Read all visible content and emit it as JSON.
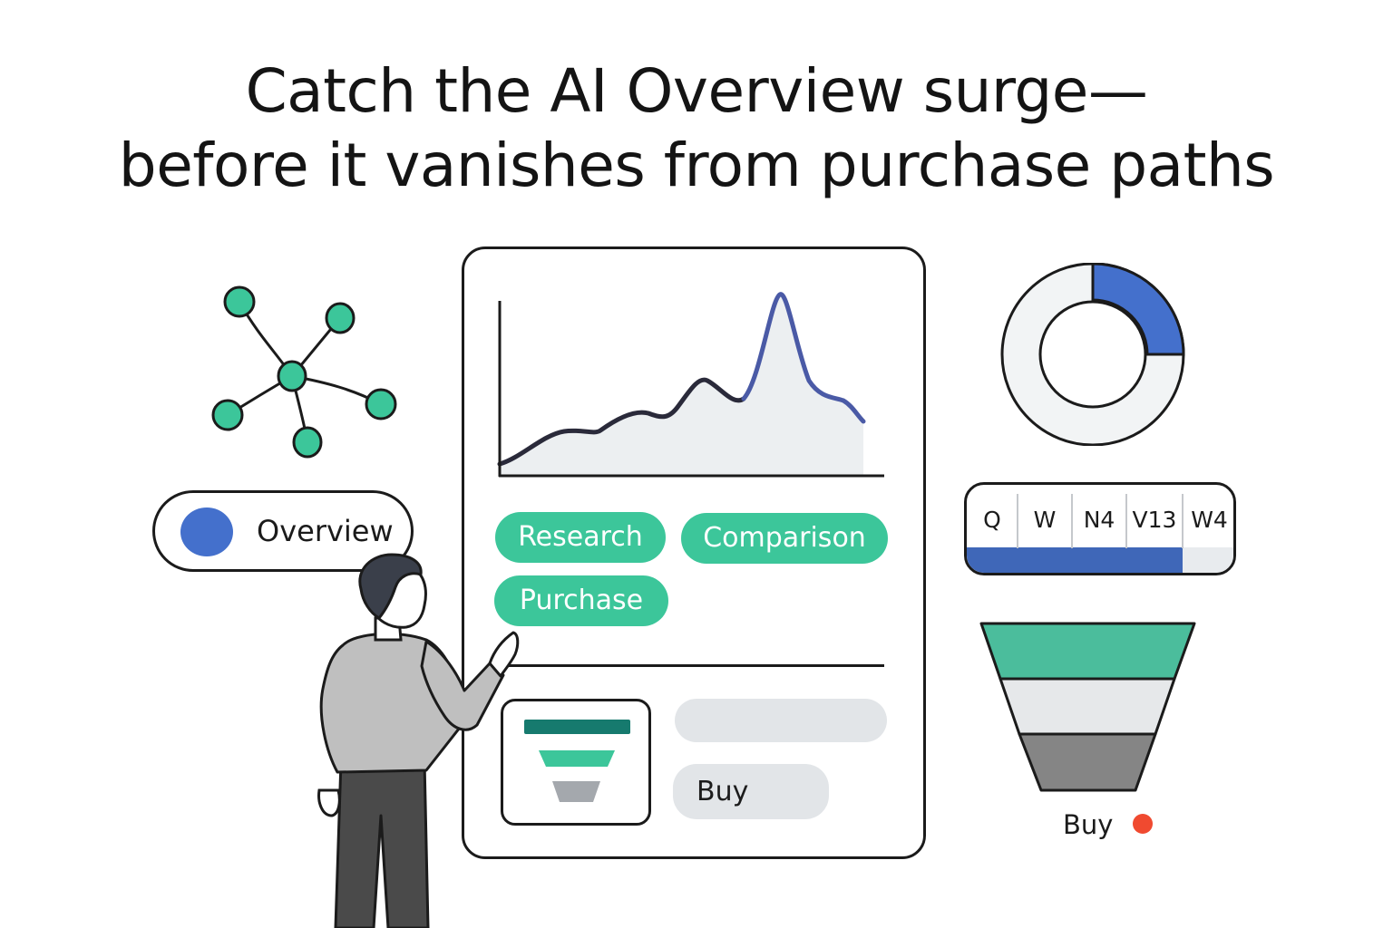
{
  "headline": {
    "line1": "Catch the AI Overview surge—",
    "line2": "before it vanishes from purchase paths"
  },
  "overview_toggle": {
    "label": "Overview",
    "dot_color": "#4470cc"
  },
  "network_icon": {
    "node_color": "#3cc69a",
    "node_count": 6
  },
  "main_card": {
    "stage_chips": [
      "Research",
      "Comparison",
      "Purchase"
    ],
    "chip_color": "#3cc69a",
    "buy_button": "Buy",
    "trend_line_color": "#4a5aa6"
  },
  "donut": {
    "filled_fraction": 0.25,
    "fill_color": "#4470cc"
  },
  "week_strip": {
    "labels": [
      "Q",
      "W",
      "N4",
      "V13",
      "W4"
    ],
    "filled": [
      true,
      true,
      true,
      true,
      false
    ],
    "bar_color": "#3f67b8"
  },
  "funnel": {
    "stage_colors": [
      "#4bbd9c",
      "#e6e8ea",
      "#858585"
    ],
    "label": "Buy",
    "marker_color": "#f04a30"
  }
}
